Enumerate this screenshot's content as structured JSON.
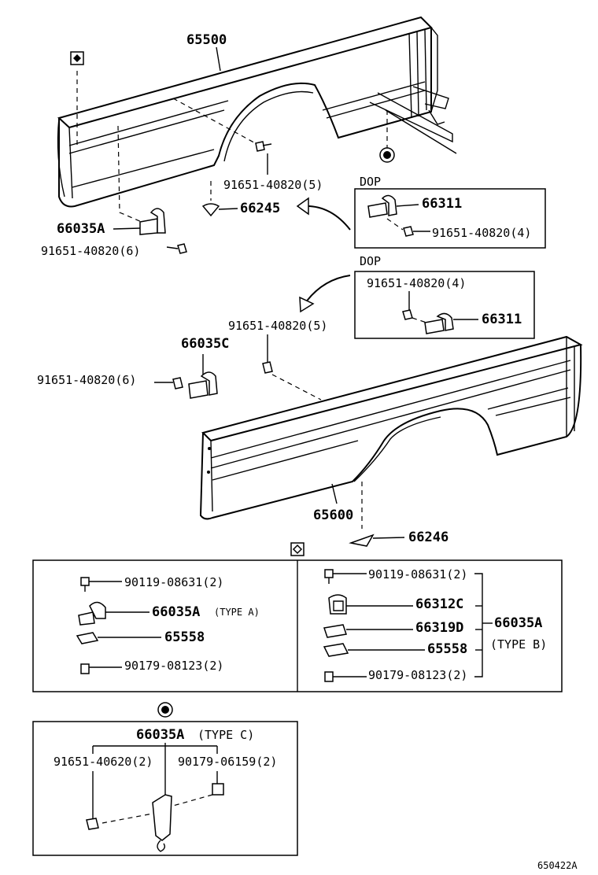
{
  "diagram": {
    "figure_code": "650422A",
    "symbols": {
      "diamond": "diamond-filled-icon",
      "circle": "circle-dot-icon",
      "diamond_outline": "diamond-outline-icon"
    },
    "upper_panel": {
      "part_number": "65500",
      "screw": "91651-40820(5)",
      "plate": "66245",
      "bracket": "66035A",
      "bracket_screw": "91651-40820(6)"
    },
    "dop_box_1": {
      "tag": "DOP",
      "bracket": "66311",
      "screw": "91651-40820(4)"
    },
    "dop_box_2": {
      "tag": "DOP",
      "screw": "91651-40820(4)",
      "bracket": "66311"
    },
    "lower_panel": {
      "screw": "91651-40820(5)",
      "bracket": "66035C",
      "bracket_screw": "91651-40820(6)",
      "part_number": "65600",
      "plate": "66246"
    },
    "type_a_box": {
      "bolt": "90119-08631(2)",
      "bracket": "66035A",
      "type": "(TYPE A)",
      "plate": "65558",
      "nut": "90179-08123(2)"
    },
    "type_b_box": {
      "bolt": "90119-08631(2)",
      "bracket_c": "66312C",
      "bracket_d": "66319D",
      "plate": "65558",
      "nut": "90179-08123(2)",
      "assembly": "66035A",
      "type": "(TYPE B)"
    },
    "type_c_box": {
      "assembly": "66035A",
      "type": "(TYPE C)",
      "screw": "91651-40620(2)",
      "nut": "90179-06159(2)"
    }
  }
}
